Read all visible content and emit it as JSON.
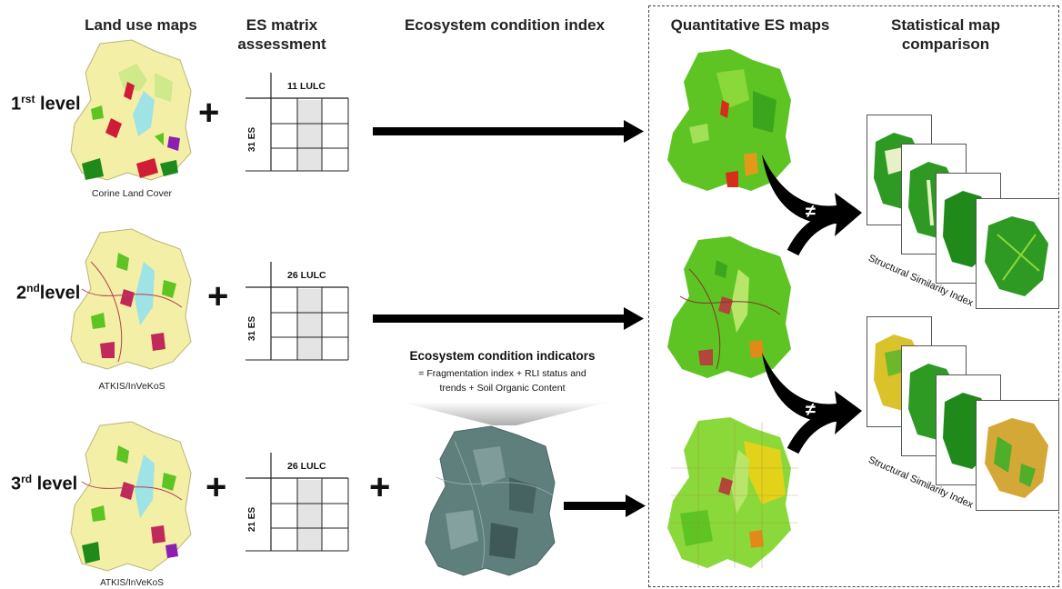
{
  "headers": {
    "land_use": "Land use maps",
    "es_matrix_line1": "ES matrix",
    "es_matrix_line2": "assessment",
    "eci": "Ecosystem condition index",
    "quant": "Quantitative ES maps",
    "stat_line1": "Statistical map",
    "stat_line2": "comparison"
  },
  "levels": [
    {
      "num": "1",
      "sup": "rst",
      "text": " level",
      "caption": "Corine Land Cover",
      "matrix_top": "11 LULC",
      "matrix_side": "31 ES"
    },
    {
      "num": "2",
      "sup": "nd",
      "text": "level",
      "caption": "ATKIS/InVeKoS",
      "matrix_top": "26 LULC",
      "matrix_side": "31 ES"
    },
    {
      "num": "3",
      "sup": "rd",
      "text": " level",
      "caption": "ATKIS/InVeKoS",
      "matrix_top": "26 LULC",
      "matrix_side": "21 ES"
    }
  ],
  "plus_symbol": "+",
  "not_equal_symbol": "≠",
  "indicators": {
    "title": "Ecosystem condition indicators",
    "line1": "= Fragmentation index + RLI status and",
    "line2": "trends + Soil Organic Content"
  },
  "ssi_label": "Structural Similarity Index",
  "colors": {
    "map_yellow": "#f3efa6",
    "map_green": "#5ec423",
    "map_dark_green": "#1f8a1a",
    "map_red": "#d01c37",
    "map_cyan": "#9fe3e6",
    "eci_teal": "#5f7f7d",
    "matrix_grey": "#e4e4e4"
  }
}
